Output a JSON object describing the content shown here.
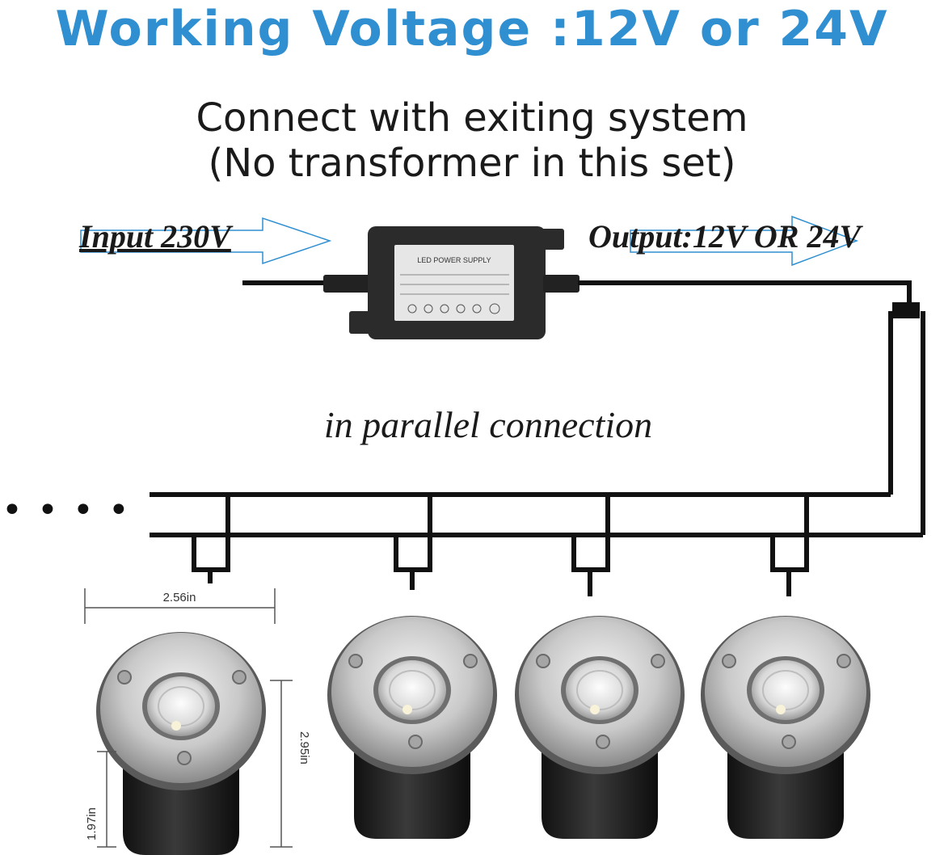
{
  "title": "Working Voltage :12V or 24V",
  "subtitle": {
    "line1": "Connect with exiting system",
    "line2": "(No transformer in this set)"
  },
  "input_label": "Input 230V",
  "output_label": "Output:12V OR 24V",
  "psu_label": "LED POWER SUPPLY",
  "connection_label": "in parallel connection",
  "dimensions": {
    "width": "2.56in",
    "height": "2.95in",
    "depth": "1.97in"
  },
  "continuation": "• • • •",
  "colors": {
    "title": "#2f8fd0",
    "wire": "#111111",
    "psu_body": "#2b2b2b"
  }
}
